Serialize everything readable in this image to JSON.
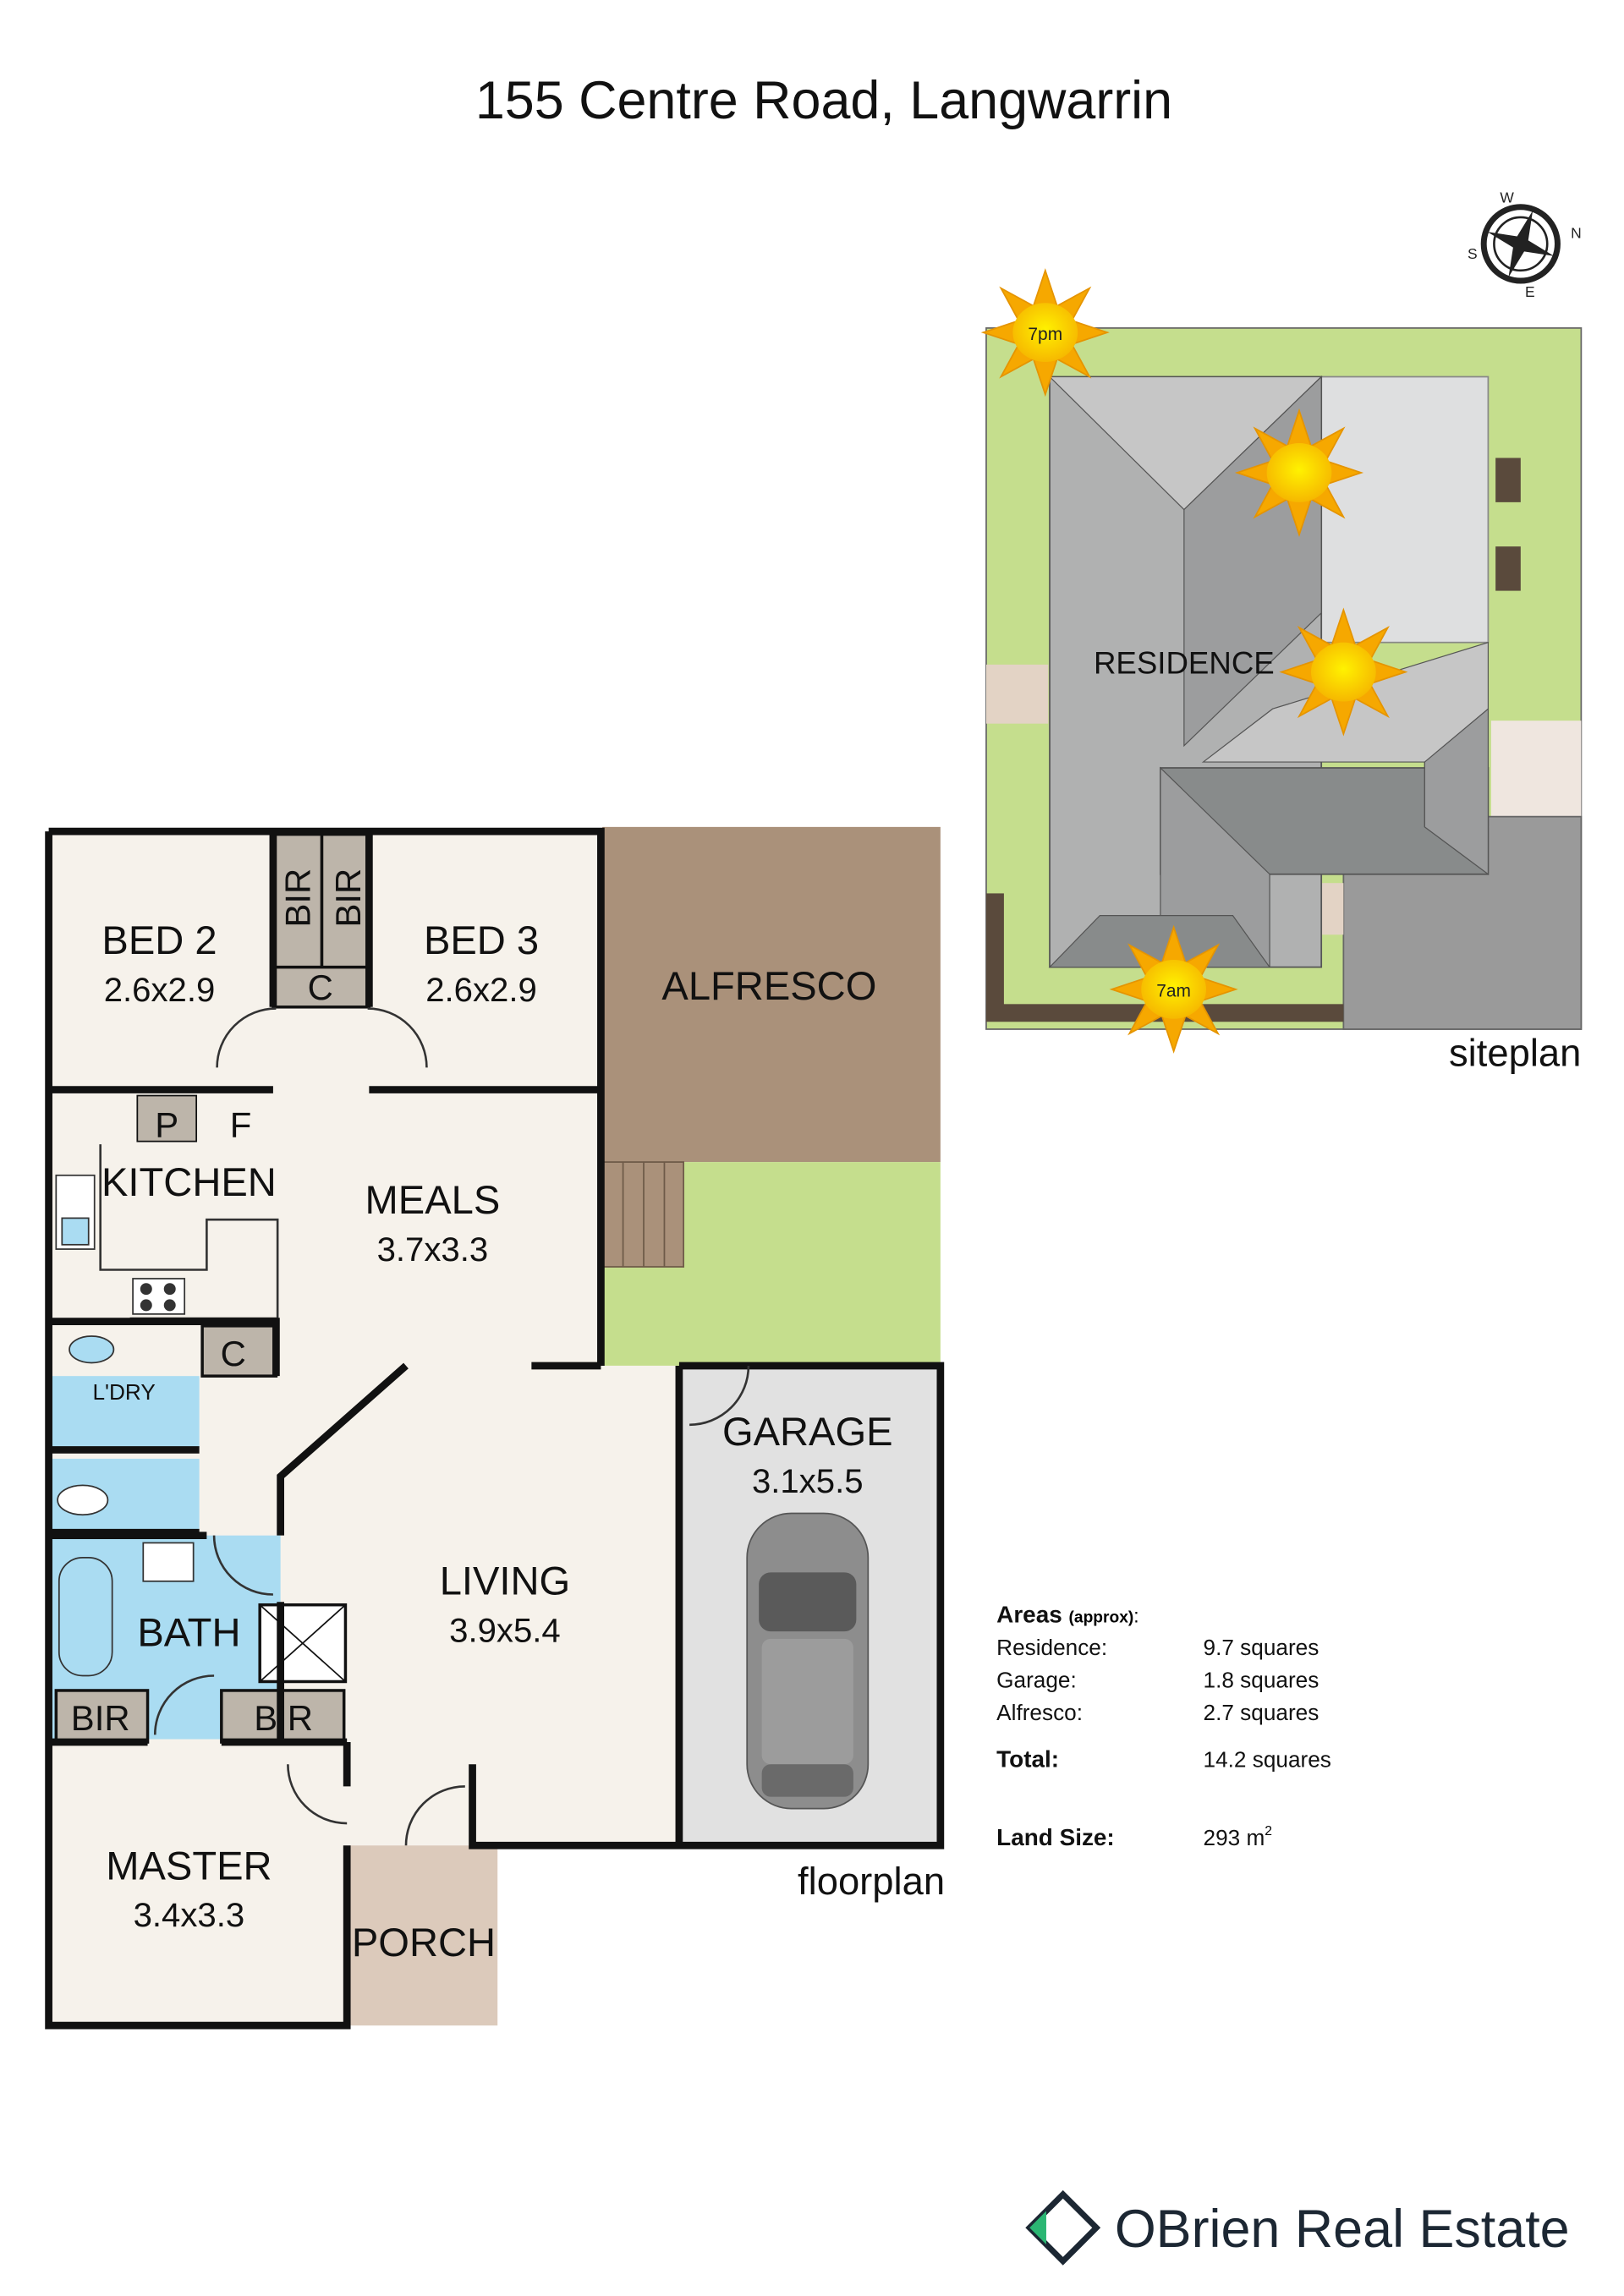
{
  "title": "155 Centre Road, Langwarrin",
  "compass": {
    "n": "N",
    "e": "E",
    "s": "S",
    "w": "W"
  },
  "siteplan": {
    "label": "siteplan",
    "residence": "RESIDENCE",
    "sun_evening": "7pm",
    "sun_morning": "7am"
  },
  "floorplan": {
    "label": "floorplan",
    "rooms": {
      "bed2": {
        "name": "BED 2",
        "dims": "2.6x2.9"
      },
      "bed3": {
        "name": "BED 3",
        "dims": "2.6x2.9"
      },
      "bir1": "BIR",
      "bir2": "BIR",
      "c1": "C",
      "alfresco": "ALFRESCO",
      "pantry": "P",
      "fridge": "F",
      "kitchen": "KITCHEN",
      "meals": {
        "name": "MEALS",
        "dims": "3.7x3.3"
      },
      "c2": "C",
      "laundry": "L'DRY",
      "garage": {
        "name": "GARAGE",
        "dims": "3.1x5.5"
      },
      "living": {
        "name": "LIVING",
        "dims": "3.9x5.4"
      },
      "bath": "BATH",
      "bir3": "BIR",
      "bir4": "BIR",
      "master": {
        "name": "MASTER",
        "dims": "3.4x3.3"
      },
      "porch": "PORCH"
    }
  },
  "areas": {
    "heading": "Areas",
    "heading_note": "(approx)",
    "heading_colon": ":",
    "rows": [
      {
        "label": "Residence:",
        "value": "9.7 squares"
      },
      {
        "label": "Garage:",
        "value": "1.8 squares"
      },
      {
        "label": "Alfresco:",
        "value": "2.7 squares"
      }
    ],
    "total_label": "Total:",
    "total_value": "14.2 squares",
    "land_label": "Land Size:",
    "land_value": "293 m",
    "land_unit_sup": "2"
  },
  "brand": {
    "name": "OBrien Real Estate",
    "color": "#1c2733",
    "accent": "#2bb673"
  }
}
